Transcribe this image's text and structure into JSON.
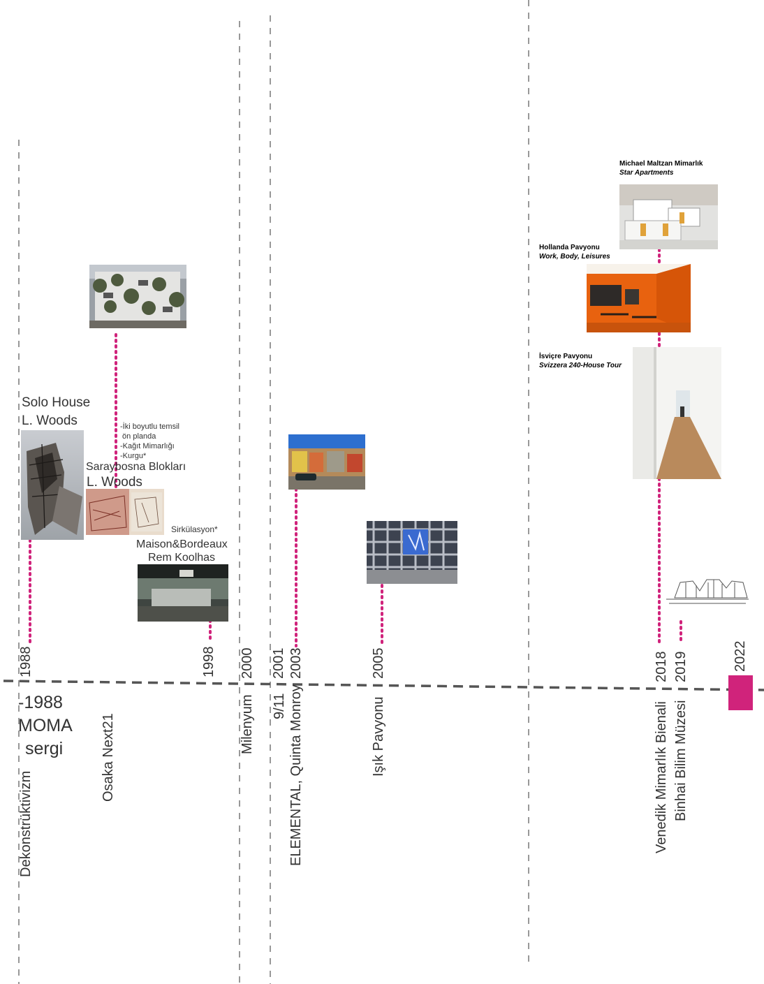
{
  "colors": {
    "accent": "#d0237b",
    "dash": "#666666",
    "axis": "#555555"
  },
  "labels": {
    "solo_house": "Solo House",
    "solo_author": "L. Woods",
    "list": [
      "-İki boyutlu temsil",
      " ön planda",
      "-Kağıt Mimarlığı",
      "-Kurgu*"
    ],
    "saraybosna": "Saraybosna Blokları",
    "saraybosna_author": "L. Woods",
    "sirkulasyon": "Sirkülasyon*",
    "maison": "Maison&Bordeaux",
    "maison_author": "Rem Koolhas",
    "maltzan_title": "Michael Maltzan Mimarlık",
    "maltzan_sub": "Star Apartments",
    "hollanda_title": "Hollanda Pavyonu",
    "hollanda_sub": "Work, Body, Leisures",
    "isvicre_title": "İsviçre Pavyonu",
    "isvicre_sub": "Svizzera 240-House Tour"
  },
  "years": {
    "y1988": "1988",
    "y1998": "1998",
    "y2000": "2000",
    "y2001": "2001",
    "y2003": "2003",
    "y2005": "2005",
    "y2018": "2018",
    "y2019": "2019",
    "y2022": "2022"
  },
  "moma": {
    "line1": "-1988",
    "line2": "MOMA",
    "line3": "sergi"
  },
  "events": {
    "dekon": "Dekonstrüktivizm",
    "osaka": "Osaka Next21",
    "milenyum": "Milenyum",
    "nine_eleven": "9/11",
    "elemental": "ELEMENTAL, Quinta Monroy",
    "isik": "Işık Pavyonu",
    "venedik": "Venedik Mimarlık Bienali",
    "binhai": "Binhai Bilim Müzesi"
  },
  "icons": {
    "photo_solo": "solo-house-photo",
    "photo_osaka": "osaka-next21-photo",
    "photo_sarajevo": "sarajevo-blocks-drawing",
    "photo_maison": "maison-bordeaux-photo",
    "photo_elemental": "elemental-housing-photo",
    "photo_isik": "light-pavilion-photo",
    "photo_maltzan": "star-apartments-photo",
    "photo_hollanda": "dutch-pavilion-photo",
    "photo_isvicre": "swiss-pavilion-photo",
    "binhai_sketch": "binhai-museum-sketch"
  }
}
